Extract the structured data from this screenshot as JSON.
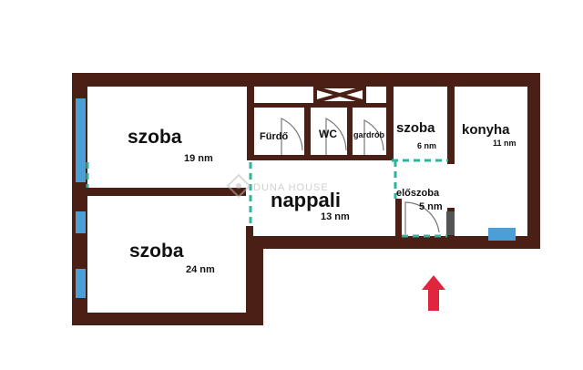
{
  "rooms": {
    "szoba_top": {
      "name": "szoba",
      "area": "19 nm"
    },
    "szoba_bottom": {
      "name": "szoba",
      "area": "24 nm"
    },
    "nappali": {
      "name": "nappali",
      "area": "13 nm"
    },
    "furdo": {
      "name": "Fürdő"
    },
    "wc": {
      "name": "WC"
    },
    "gardrob": {
      "name": "gardrób"
    },
    "szoba_small": {
      "name": "szoba",
      "area": "6 nm"
    },
    "konyha": {
      "name": "konyha",
      "area": "11 nm"
    },
    "eloszoba": {
      "name": "előszoba",
      "area": "5 nm"
    }
  },
  "watermark": {
    "text": "DUNA HOUSE"
  },
  "colors": {
    "wall": "#4a1f15",
    "window": "#4a9fd6",
    "door_dash": "#2fb2a0",
    "entrance_arrow": "#e0263d",
    "floor": "#ffffff"
  },
  "icons": {
    "entrance": "up-arrow-icon",
    "logo": "duna-house-logo-icon"
  }
}
